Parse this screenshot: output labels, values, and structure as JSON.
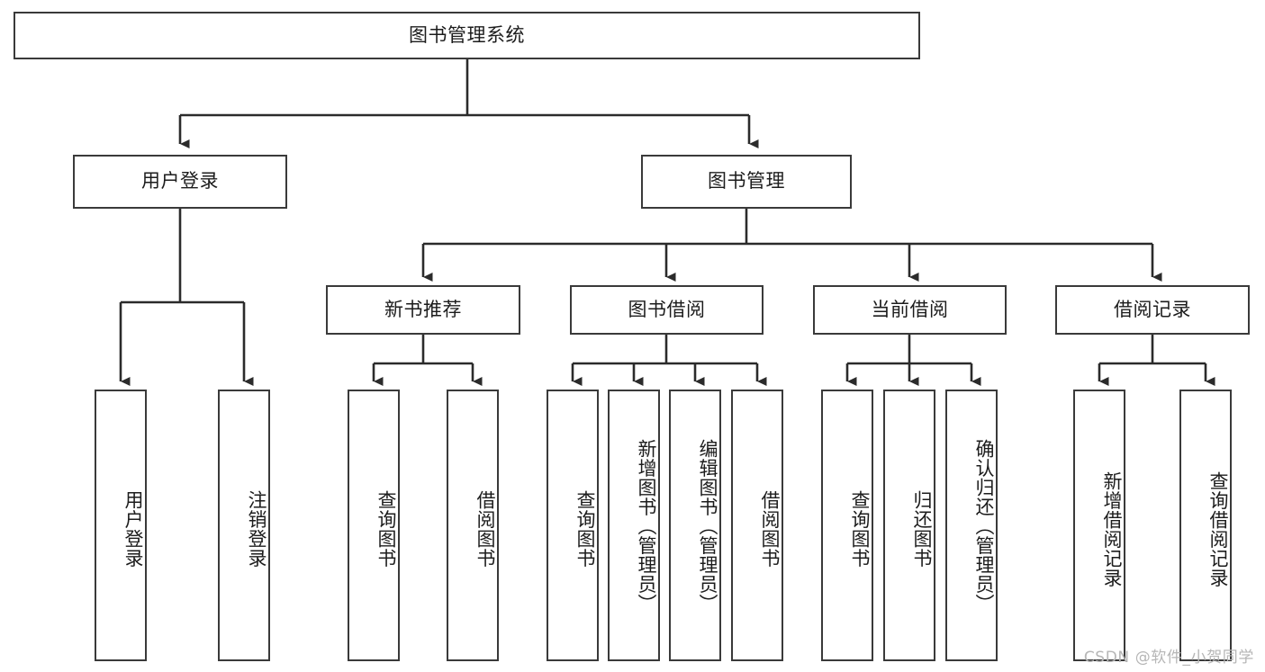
{
  "diagram": {
    "type": "tree-hierarchy-chart",
    "title": "图书管理系统",
    "orientation": "top-down",
    "colors": {
      "box_border": "#3a3a3a",
      "box_fill": "#ffffff",
      "connector": "#2b2b2b",
      "text": "#1c1c1c",
      "watermark": "#b6b6b6"
    },
    "root": {
      "label": "图书管理系统"
    },
    "level2": [
      {
        "label": "用户登录"
      },
      {
        "label": "图书管理"
      }
    ],
    "level3": [
      {
        "label": "新书推荐"
      },
      {
        "label": "图书借阅"
      },
      {
        "label": "当前借阅"
      },
      {
        "label": "借阅记录"
      }
    ],
    "leaves": {
      "user_login": [
        {
          "label": "用户登录"
        },
        {
          "label": "注销登录"
        }
      ],
      "new_book_recommend": [
        {
          "label": "查询图书"
        },
        {
          "label": "借阅图书"
        }
      ],
      "book_borrow": [
        {
          "label": "查询图书"
        },
        {
          "label": "新增图书（管理员）"
        },
        {
          "label": "编辑图书（管理员）"
        },
        {
          "label": "借阅图书"
        }
      ],
      "current_borrow": [
        {
          "label": "查询图书"
        },
        {
          "label": "归还图书"
        },
        {
          "label": "确认归还（管理员）"
        }
      ],
      "borrow_record": [
        {
          "label": "新增借阅记录"
        },
        {
          "label": "查询借阅记录"
        }
      ]
    }
  },
  "watermark": {
    "text": "CSDN @软件_小贺同学"
  }
}
